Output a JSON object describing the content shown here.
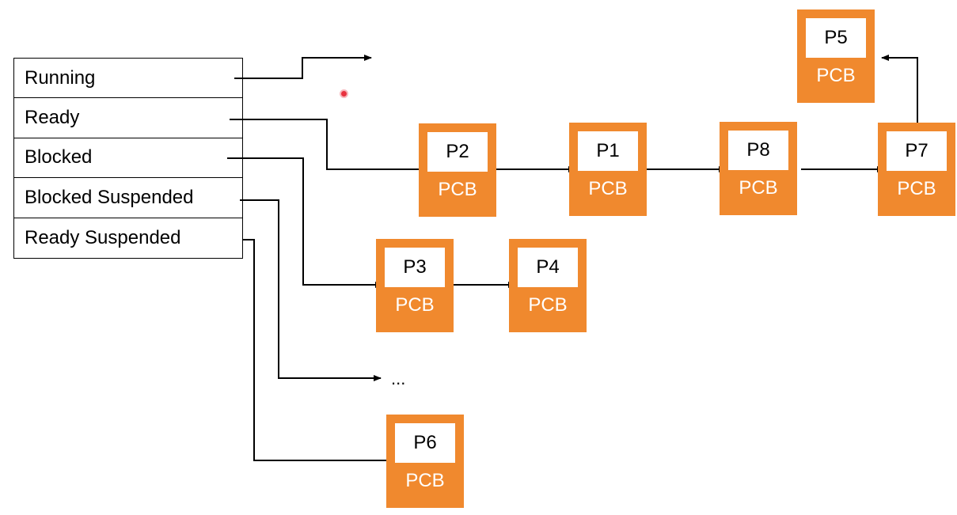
{
  "states": [
    {
      "label": "Running"
    },
    {
      "label": "Ready"
    },
    {
      "label": "Blocked"
    },
    {
      "label": "Blocked Suspended"
    },
    {
      "label": "Ready Suspended"
    }
  ],
  "processes": [
    {
      "id": "P5",
      "type": "PCB"
    },
    {
      "id": "P2",
      "type": "PCB"
    },
    {
      "id": "P1",
      "type": "PCB"
    },
    {
      "id": "P8",
      "type": "PCB"
    },
    {
      "id": "P7",
      "type": "PCB"
    },
    {
      "id": "P3",
      "type": "PCB"
    },
    {
      "id": "P4",
      "type": "PCB"
    },
    {
      "id": "P6",
      "type": "PCB"
    }
  ],
  "ellipsis": "...",
  "colors": {
    "pcb": "#f0892e",
    "pointer": "#e8323f"
  }
}
